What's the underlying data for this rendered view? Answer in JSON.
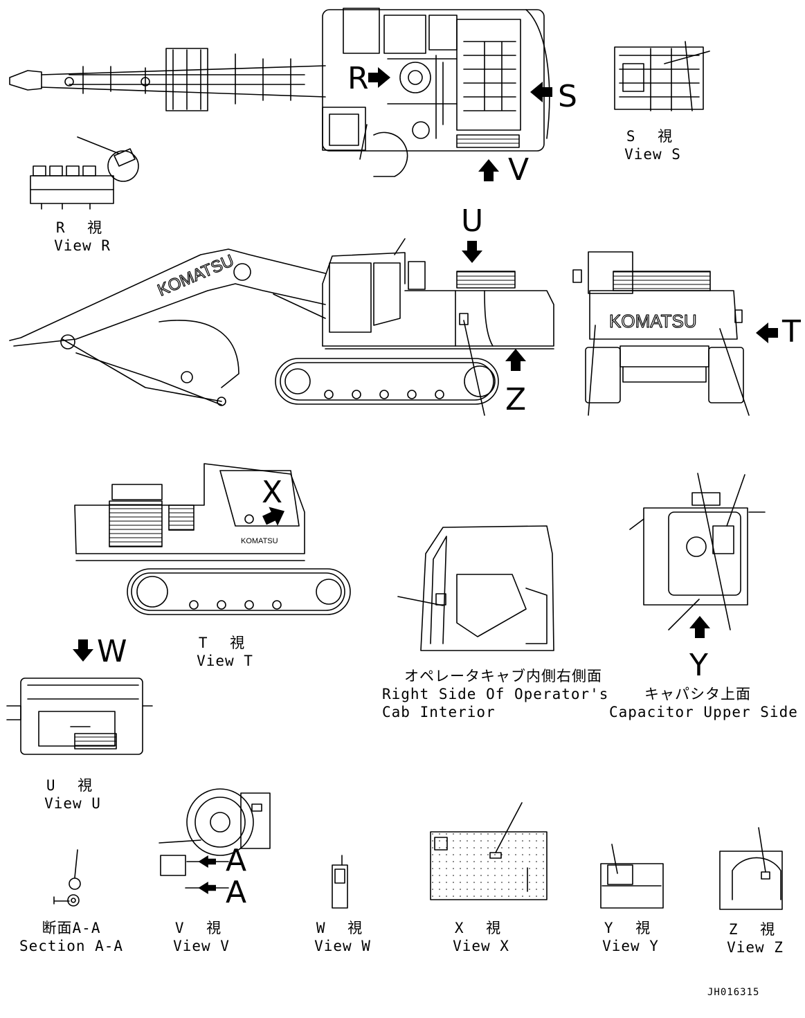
{
  "letters": {
    "R": "R",
    "S": "S",
    "V": "V",
    "U": "U",
    "Z": "Z",
    "T": "T",
    "X": "X",
    "W": "W",
    "Y": "Y",
    "A1": "A",
    "A2": "A"
  },
  "labels": {
    "view_s_jp": "S 視",
    "view_s_en": "View S",
    "view_r_jp": "R 視",
    "view_r_en": "View R",
    "view_t_jp": "T 視",
    "view_t_en": "View T",
    "cab_jp": "オペレータキャブ内側右側面",
    "cab_en1": "Right Side Of Operator's",
    "cab_en2": "Cab Interior",
    "cap_jp": "キャパシタ上面",
    "cap_en": "Capacitor Upper Side",
    "view_u_jp": "U 視",
    "view_u_en": "View U",
    "sec_jp": "断面A-A",
    "sec_en": "Section A-A",
    "view_v_jp": "V 視",
    "view_v_en": "View V",
    "view_w_jp": "W 視",
    "view_w_en": "View W",
    "view_x_jp": "X 視",
    "view_x_en": "View X",
    "view_y_jp": "Y 視",
    "view_y_en": "View Y",
    "view_z_jp": "Z 視",
    "view_z_en": "View Z"
  },
  "brand": {
    "logo_text": "KOMATSU"
  },
  "drawing_code": "JH016315"
}
